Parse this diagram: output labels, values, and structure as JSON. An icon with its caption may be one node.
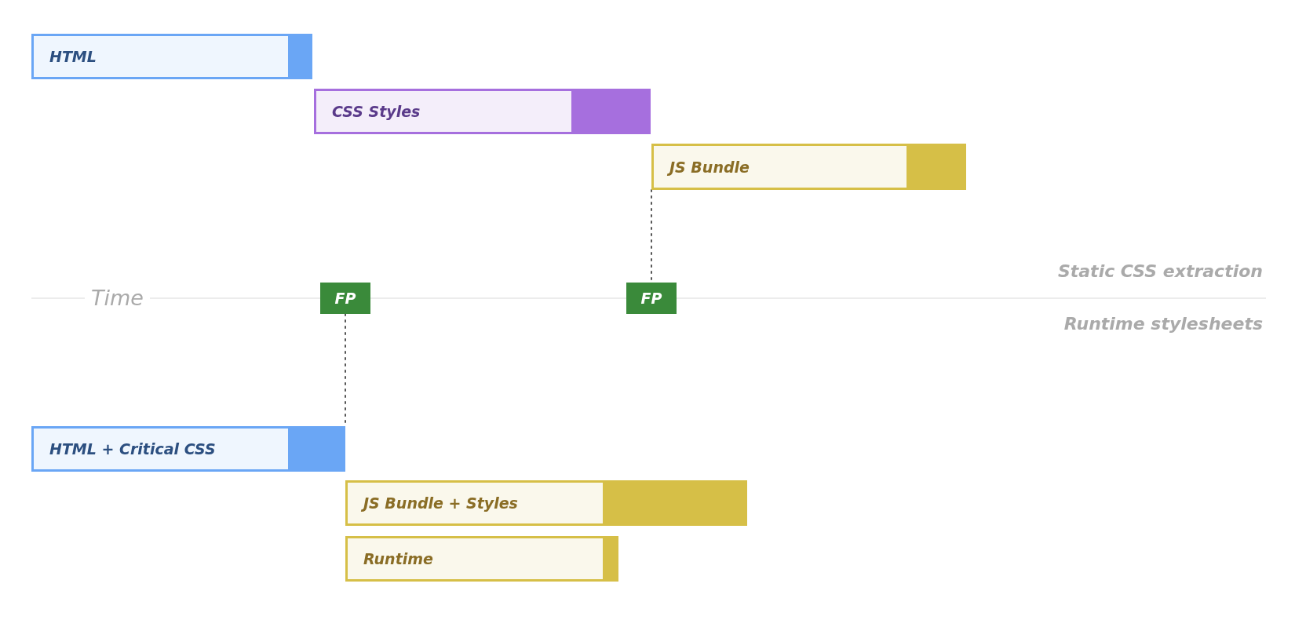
{
  "diagram": {
    "nodes": [
      {
        "text": [
          "HTML"
        ]
      },
      {
        "text": [
          "CSS Styles"
        ]
      },
      {
        "text": [
          "JS Bundle"
        ]
      },
      {
        "text": [
          "FP"
        ]
      },
      {
        "text": [
          "FP"
        ]
      },
      {
        "text": [
          "HTML + Critical CSS"
        ]
      },
      {
        "text": [
          "JS Bundle + Styles"
        ]
      },
      {
        "text": [
          "Runtime"
        ]
      }
    ],
    "edges": [
      {
        "from": 2,
        "to": 4,
        "arrow": "none",
        "style": "dashed"
      },
      {
        "from": 3,
        "to": 5,
        "arrow": "none",
        "style": "dashed"
      }
    ],
    "labels": [
      "Static CSS extraction",
      "Time",
      "Runtime stylesheets"
    ]
  }
}
